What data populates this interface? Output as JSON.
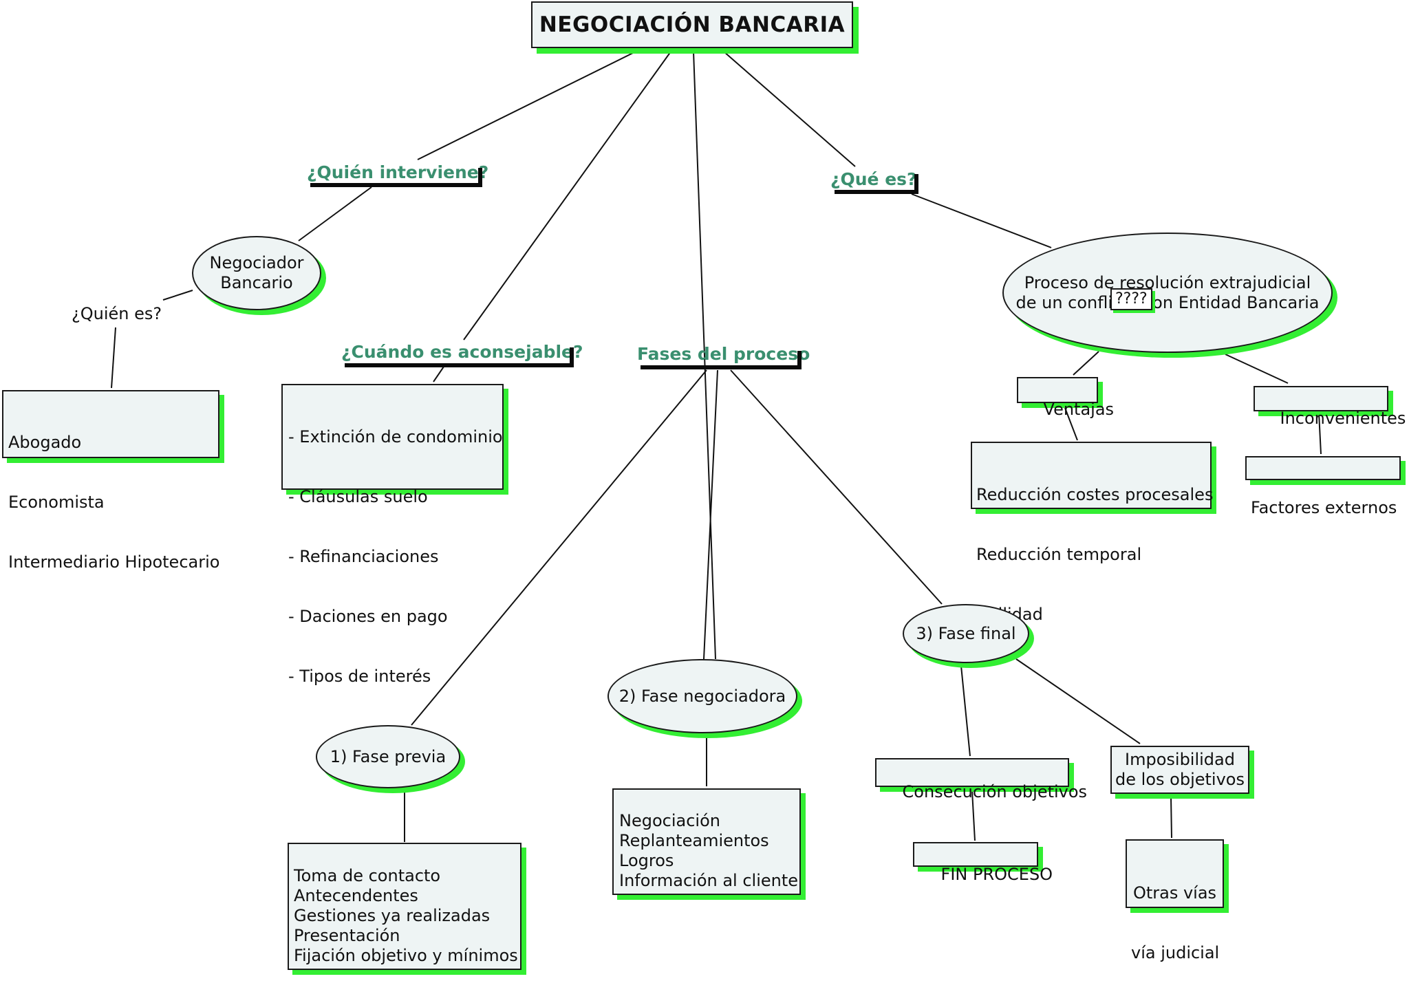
{
  "title": "NEGOCIACIÓN BANCARIA",
  "questions": {
    "quien_interviene": "¿Quién interviene?",
    "cuando": "¿Cuándo es aconsejable?",
    "fases": "Fases del proceso",
    "que_es": "¿Qué es?"
  },
  "negociador": [
    "Negociador",
    "Bancario"
  ],
  "quien_es": "¿Quién es?",
  "quien_list": [
    "Abogado",
    "Economista",
    "Intermediario Hipotecario"
  ],
  "cuando_list": [
    "- Extinción de condominio",
    "- Cláusulas suelo",
    "- Refinanciaciones",
    "- Daciones en pago",
    "- Tipos de interés"
  ],
  "proceso": [
    "Proceso de resolución extrajudicial",
    "de un conflicto con Entidad Bancaria"
  ],
  "proceso_tag": "????",
  "ventajas": "Ventajas",
  "ventajas_list": [
    "Reducción costes procesales",
    "Reducción temporal",
    "Agilidad"
  ],
  "inconvenientes": "Inconvenientes",
  "inconvenientes_list": [
    "Factores externos"
  ],
  "fase1": "1) Fase previa",
  "fase1_list": [
    "Toma de contacto",
    "Antecendentes",
    "Gestiones ya realizadas",
    "Presentación",
    "Fijación objetivo y mínimos"
  ],
  "fase2": "2) Fase negociadora",
  "fase2_list": [
    "Negociación",
    "Replanteamientos",
    "Logros",
    "Información al cliente"
  ],
  "fase3": "3) Fase final",
  "consecucion": "Consecución objetivos",
  "fin": "FIN PROCESO",
  "imposibilidad": [
    "Imposibilidad",
    "de los objetivos"
  ],
  "otras": [
    "Otras vías",
    "vía judicial"
  ],
  "colors": {
    "accent_green": "#33ee33",
    "question_text": "#3a8f6f",
    "node_fill": "#eef4f4"
  }
}
